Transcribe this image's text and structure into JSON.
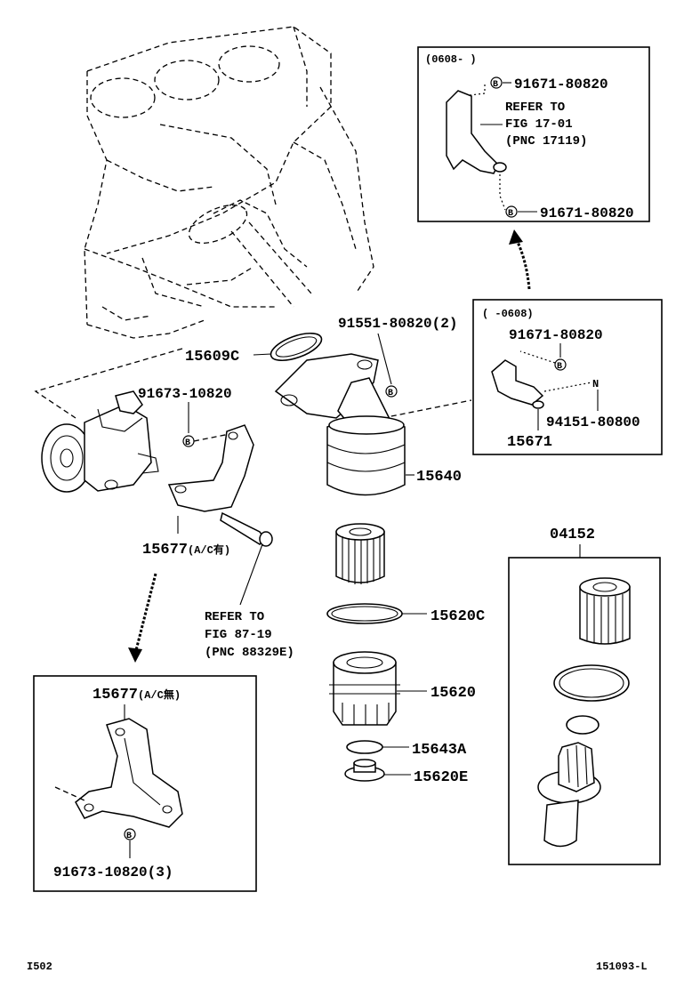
{
  "inset_top": {
    "date_range": "(0608-     )",
    "part_upper": "91671-80820",
    "refer_line1": "REFER TO",
    "refer_line2": "FIG 17-01",
    "refer_line3": "(PNC 17119)",
    "part_lower": "91671-80820"
  },
  "inset_mid": {
    "date_range": "(     -0608)",
    "part_bolt": "91671-80820",
    "part_nut": "94151-80800",
    "part_bracket": "15671"
  },
  "inset_lower_left": {
    "part_bracket": "15677",
    "bracket_suffix": "(A/C無)",
    "part_bolt": "91673-10820(3)"
  },
  "kit_box": {
    "part_kit": "04152"
  },
  "main": {
    "gasket": "15609C",
    "bolt_upper": "91551-80820(2)",
    "bolt_left": "91673-10820",
    "housing": "15640",
    "bracket": "15677",
    "bracket_suffix": "(A/C有)",
    "refer_line1": "REFER TO",
    "refer_line2": "FIG 87-19",
    "refer_line3": "(PNC 88329E)",
    "oring": "15620C",
    "cap": "15620",
    "gasket_small": "15643A",
    "plug": "15620E"
  },
  "markers": {
    "b": "B",
    "n": "N"
  },
  "footer": {
    "left_code": "I502",
    "right_code": "151093-L"
  }
}
